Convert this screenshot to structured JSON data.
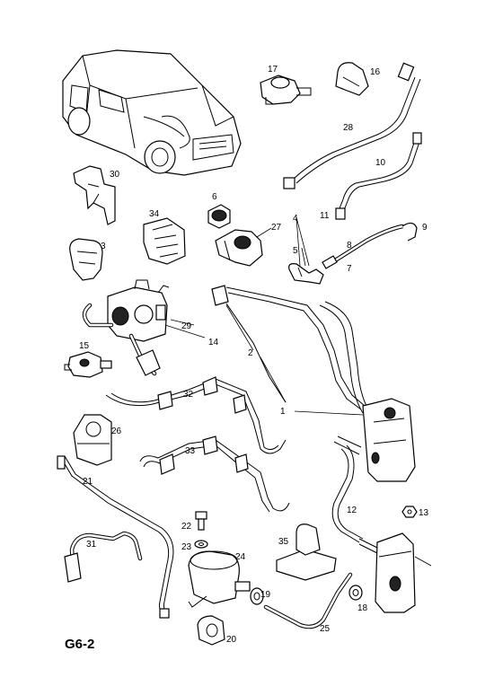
{
  "diagram_code": "G6-2",
  "callouts": {
    "c1": "1",
    "c2": "2",
    "c3": "3",
    "c4": "4",
    "c5": "5",
    "c6": "6",
    "c7": "7",
    "c8": "8",
    "c9": "9",
    "c10": "10",
    "c11": "11",
    "c12": "12",
    "c13": "13",
    "c14": "14",
    "c15": "15",
    "c16": "16",
    "c17": "17",
    "c18": "18",
    "c19": "19",
    "c20": "20",
    "c21": "21",
    "c22": "22",
    "c23": "23",
    "c24": "24",
    "c25": "25",
    "c26": "26",
    "c27": "27",
    "c28": "28",
    "c29": "29",
    "c30": "30",
    "c31": "31",
    "c32": "32",
    "c33": "33",
    "c34": "34",
    "c35": "35"
  },
  "colors": {
    "line": "#000000",
    "background": "#ffffff"
  }
}
